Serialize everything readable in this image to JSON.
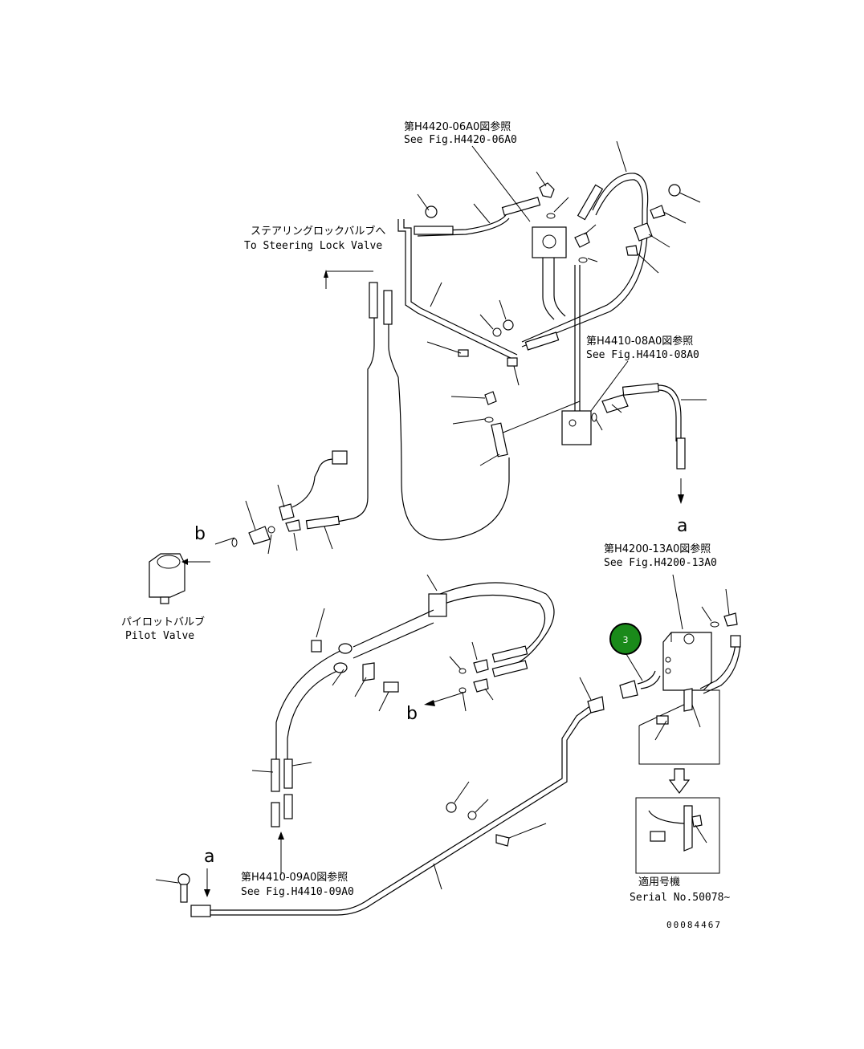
{
  "refs": {
    "h4420": {
      "jp": "第H4420-06A0図参照",
      "en": "See Fig.H4420-06A0"
    },
    "h4410_08": {
      "jp": "第H4410-08A0図参照",
      "en": "See Fig.H4410-08A0"
    },
    "h4200": {
      "jp": "第H4200-13A0図参照",
      "en": "See Fig.H4200-13A0"
    },
    "h4410_09": {
      "jp": "第H4410-09A0図参照",
      "en": "See Fig.H4410-09A0"
    }
  },
  "steering": {
    "jp": "ステアリングロックバルブへ",
    "en": "To Steering Lock Valve"
  },
  "pilot": {
    "jp": "パイロットバルブ",
    "en": "Pilot Valve"
  },
  "serial": {
    "jp": "適用号機",
    "en": "Serial No.50078~"
  },
  "markers": {
    "a_top": "a",
    "a_bottom": "a",
    "b_left": "b",
    "b_mid": "b"
  },
  "callout": {
    "number": "3",
    "color": "#1a8a1a"
  },
  "figure_id": "00084467"
}
